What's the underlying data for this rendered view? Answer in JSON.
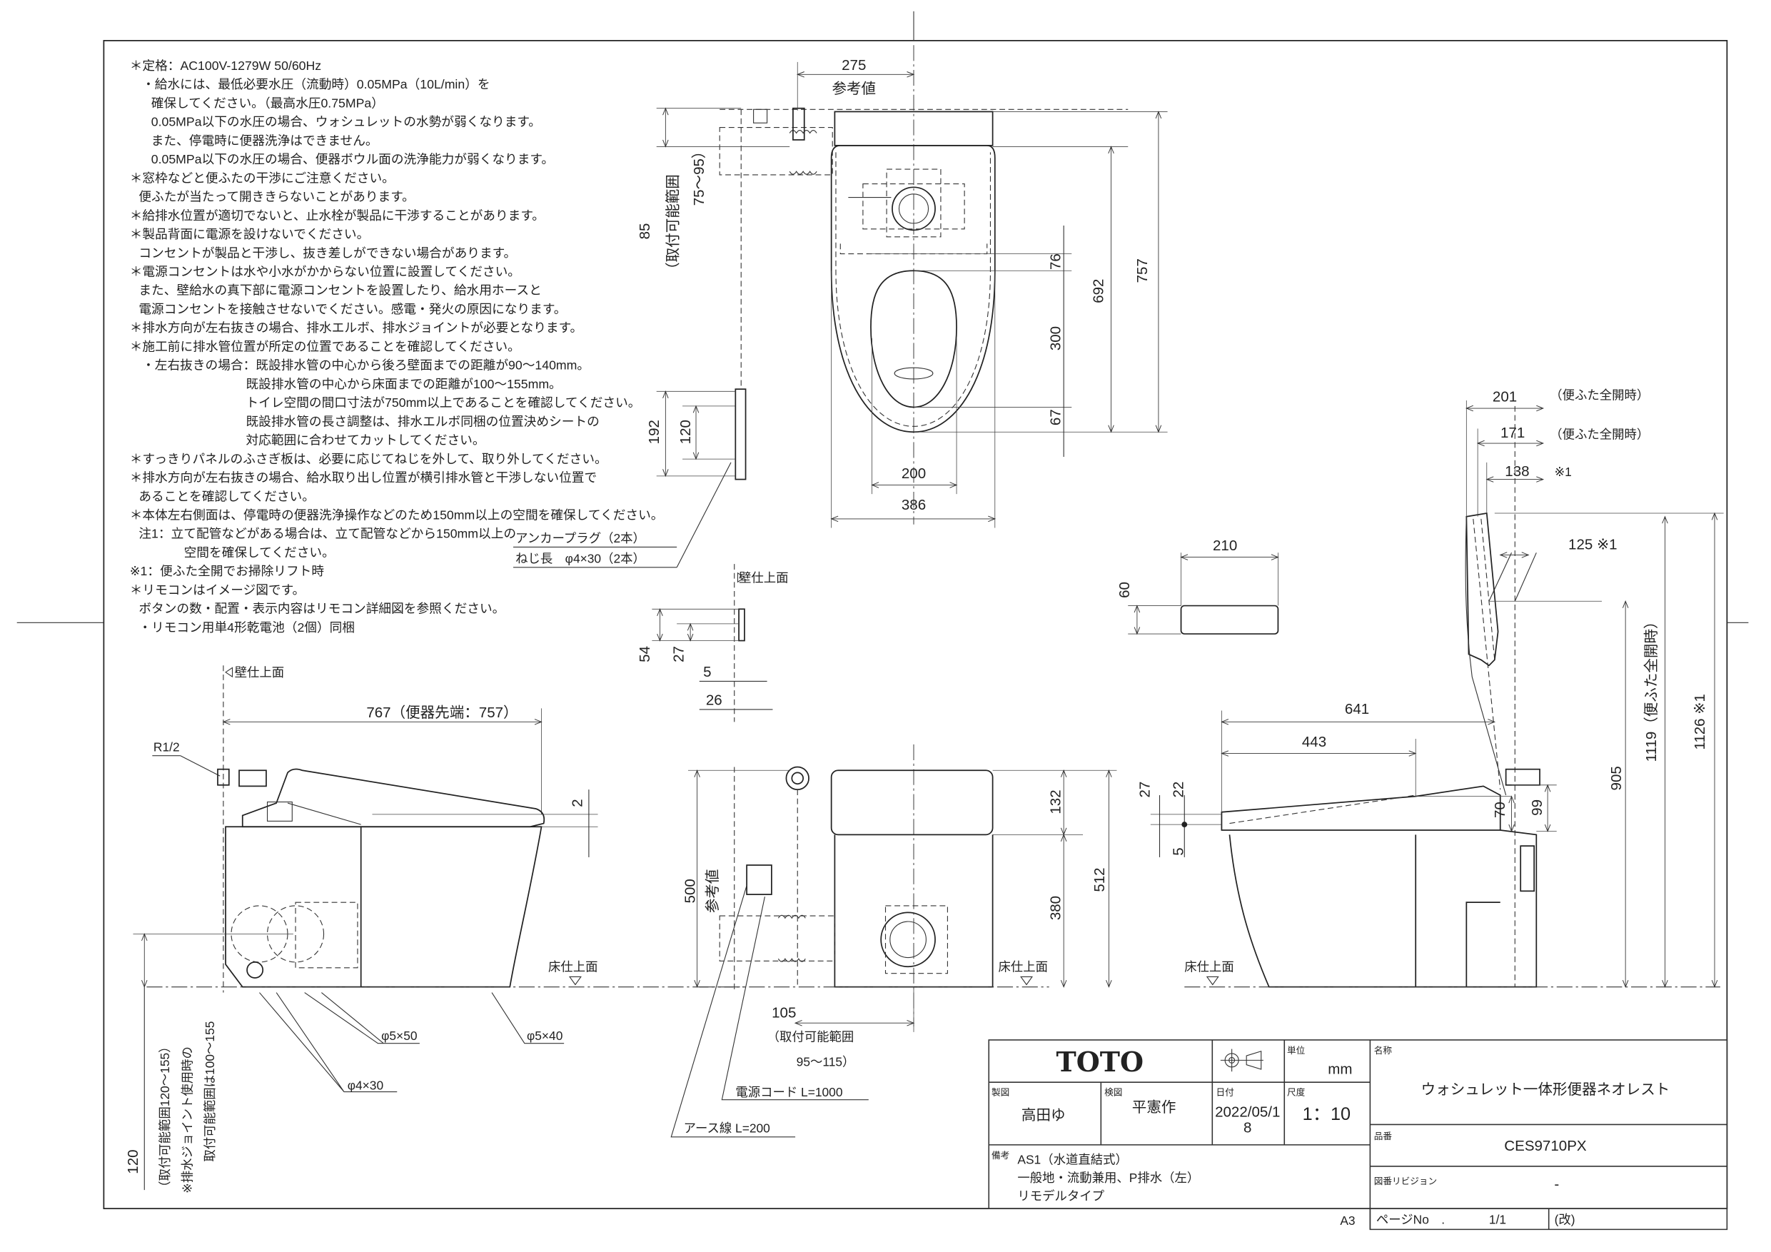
{
  "notes": [
    "＊定格：AC100V-1279W 50/60Hz",
    "・給水には、最低必要水圧（流動時）0.05MPa（10L/min）を",
    "確保してください。（最高水圧0.75MPa）",
    "0.05MPa以下の水圧の場合、ウォシュレットの水勢が弱くなります。",
    "また、停電時に便器洗浄はできません。",
    "0.05MPa以下の水圧の場合、便器ボウル面の洗浄能力が弱くなります。",
    "＊窓枠などと便ふたの干渉にご注意ください。",
    "便ふたが当たって開ききらないことがあります。",
    "＊給排水位置が適切でないと、止水栓が製品に干渉することがあります。",
    "＊製品背面に電源を設けないでください。",
    "コンセントが製品と干渉し、抜き差しができない場合があります。",
    "＊電源コンセントは水や小水がかからない位置に設置してください。",
    "また、壁給水の真下部に電源コンセントを設置したり、給水用ホースと",
    "電源コンセントを接触させないでください。感電・発火の原因になります。",
    "＊排水方向が左右抜きの場合、排水エルボ、排水ジョイントが必要となります。",
    "＊施工前に排水管位置が所定の位置であることを確認してください。",
    "・左右抜きの場合：既設排水管の中心から後ろ壁面までの距離が90～140mm。",
    "既設排水管の中心から床面までの距離が100～155mm。",
    "トイレ空間の間口寸法が750mm以上であることを確認してください。",
    "既設排水管の長さ調整は、排水エルボ同梱の位置決めシートの",
    "対応範囲に合わせてカットしてください。",
    "＊すっきりパネルのふさぎ板は、必要に応じてねじを外して、取り外してください。",
    "＊排水方向が左右抜きの場合、給水取り出し位置が横引排水管と干渉しない位置で",
    "あることを確認してください。",
    "＊本体左右側面は、停電時の便器洗浄操作などのため150mm以上の空間を確保してください。",
    "注1：立て配管などがある場合は、立て配管などから150mm以上の",
    "空間を確保してください。",
    "※1：便ふた全開でお掃除リフト時",
    "＊リモコンはイメージ図です。",
    "ボタンの数・配置・表示内容はリモコン詳細図を参照ください。",
    "・リモコン用単4形乾電池（2個）同梱"
  ],
  "top_view": {
    "dim_275": "275",
    "ref_value": "参考値",
    "dim_85": "85",
    "range_label": "（取付可能範囲",
    "range_value": "75～95）",
    "dim_757": "757",
    "dim_692": "692",
    "dim_76": "76",
    "dim_300": "300",
    "dim_67": "67",
    "dim_200": "200",
    "dim_386": "386",
    "dim_192": "192",
    "dim_120": "120",
    "anchor_plug": "アンカープラグ（2本）",
    "screw_length": "ねじ長　φ4×30（2本）"
  },
  "remote": {
    "wall_surface": "壁仕上面",
    "dim_54": "54",
    "dim_27": "27",
    "dim_5": "5",
    "dim_26": "26",
    "dim_210": "210",
    "dim_60": "60"
  },
  "left_view": {
    "wall_surface": "壁仕上面",
    "dim_767": "767（便器先端：757）",
    "r12": "R1/2",
    "dim_2": "2",
    "floor_surface": "床仕上面",
    "screw_5x50": "φ5×50",
    "screw_5x40": "φ5×40",
    "screw_4x30": "φ4×30",
    "dim_120": "120",
    "range_note_1": "（取付可能範囲120～155）",
    "range_note_2": "※排水ジョイント使用時の",
    "range_note_3": "取付可能範囲は100～155"
  },
  "front_view": {
    "dim_500": "500",
    "ref_value": "参考値",
    "dim_132": "132",
    "dim_380": "380",
    "dim_512": "512",
    "dim_105": "105",
    "range_label": "（取付可能範囲",
    "range_value": "95～115）",
    "power_cord": "電源コード L=1000",
    "earth_wire": "アース線 L=200",
    "floor_surface": "床仕上面"
  },
  "right_view": {
    "dim_201": "201",
    "lid_open_1": "（便ふた全開時）",
    "dim_171": "171",
    "lid_open_2": "（便ふた全開時）",
    "dim_138": "138",
    "mark_1": "※1",
    "dim_125": "125 ※1",
    "dim_641": "641",
    "dim_443": "443",
    "dim_27": "27",
    "dim_22": "22",
    "dim_5": "5",
    "dim_70": "70",
    "dim_99": "99",
    "dim_905": "905",
    "dim_1119": "1119（便ふた全開時）",
    "dim_1126": "1126 ※1",
    "floor_surface": "床仕上面"
  },
  "title_block": {
    "brand": "TOTO",
    "unit_label": "単位",
    "unit": "mm",
    "drawn_label": "製図",
    "drawn_by": "高田ゆ",
    "checked_label": "検図",
    "checked_by": "平憲作",
    "date_label": "日付",
    "date_line1": "2022/05/1",
    "date_line2": "8",
    "scale_label": "尺度",
    "scale": "1：10",
    "name_label": "名称",
    "name": "ウォシュレット一体形便器ネオレスト",
    "part_label": "品番",
    "part_number": "CES9710PX",
    "revision_label": "図番リビジョン",
    "revision": "-",
    "remarks_label": "備考",
    "remarks_1": "AS1（水道直結式）",
    "remarks_2": "一般地・流動兼用、P排水（左）",
    "remarks_3": "リモデルタイプ",
    "paper_size": "A3",
    "page_label": "ページNo　.",
    "page": "1/1",
    "revision_mark": "(改)"
  }
}
